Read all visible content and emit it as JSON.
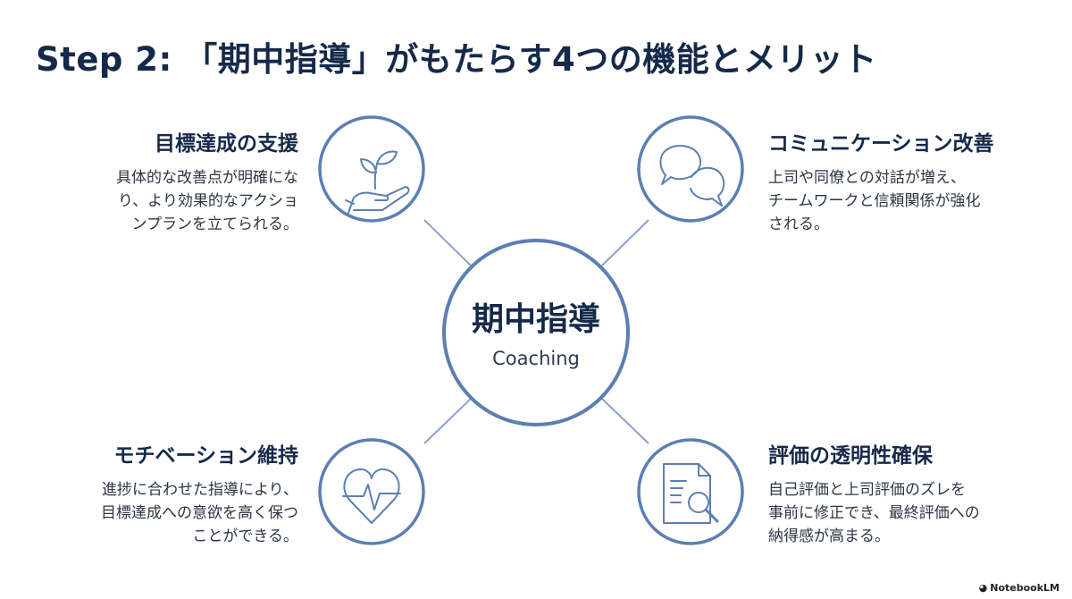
{
  "title": "Step 2: 「期中指導」がもたらす4つの機能とメリット",
  "hub": {
    "title": "期中指導",
    "subtitle": "Coaching"
  },
  "features": [
    {
      "title": "目標達成の支援",
      "lines": [
        "具体的な改善点が明確にな",
        "り、より効果的なアクショ",
        "ンプランを立てられる。"
      ],
      "icon": "plant-in-hand-icon"
    },
    {
      "title": "コミュニケーション改善",
      "lines": [
        "上司や同僚との対話が増え、",
        "チームワークと信頼関係が強化",
        "される。"
      ],
      "icon": "speech-bubbles-icon"
    },
    {
      "title": "モチベーション維持",
      "lines": [
        "進捗に合わせた指導により、",
        "目標達成への意欲を高く保つ",
        "ことができる。"
      ],
      "icon": "heart-pulse-icon"
    },
    {
      "title": "評価の透明性確保",
      "lines": [
        "自己評価と上司評価のズレを",
        "事前に修正でき、最終評価への",
        "納得感が高まる。"
      ],
      "icon": "document-magnifier-icon"
    }
  ],
  "colors": {
    "accent": "#5b7fb3",
    "title": "#15294a",
    "connector": "#8aa4c8"
  },
  "logo": {
    "label": "NotebookLM"
  }
}
